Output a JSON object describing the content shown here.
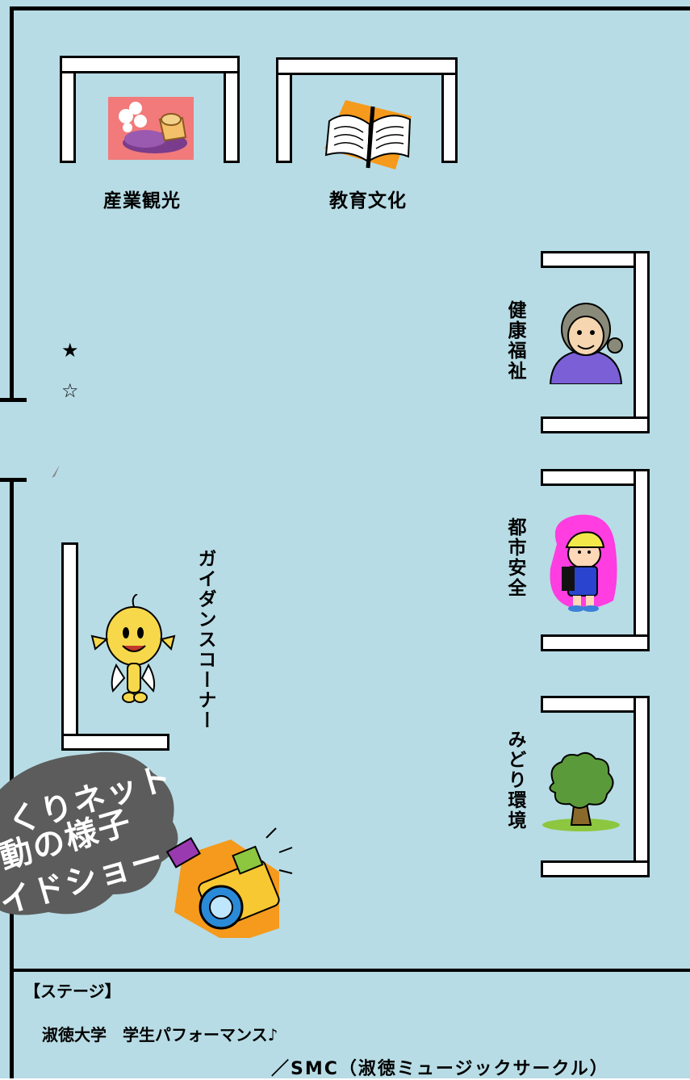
{
  "booths": {
    "industry_tourism": "産業観光",
    "education_culture": "教育文化",
    "health_welfare": "健康福祉",
    "urban_safety": "都市安全",
    "green_environment": "みどり環境"
  },
  "guidance_corner": "ガイダンスコーナー",
  "markers": {
    "filled_star": "★",
    "outline_star": "☆"
  },
  "slideshow_bubble": {
    "line1": "くりネット",
    "line2": "動の様子",
    "line3": "イドショー"
  },
  "stage": {
    "heading": "【ステージ】",
    "line1": "淑徳大学　学生パフォーマンス♪",
    "line2": "／SMC（淑徳ミュージックサークル）"
  },
  "colors": {
    "floor": "#b7dce5",
    "wall": "#000000",
    "booth": "#ffffff",
    "cloud": "#5c5c5c"
  }
}
